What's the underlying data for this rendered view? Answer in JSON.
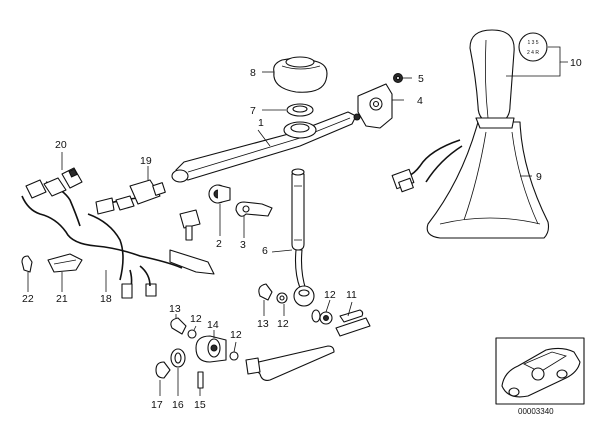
{
  "diagram": {
    "labels": {
      "p1": "1",
      "p2": "2",
      "p3": "3",
      "p4": "4",
      "p5": "5",
      "p6": "6",
      "p7": "7",
      "p8": "8",
      "p9": "9",
      "p10": "10",
      "p11": "11",
      "p12a": "12",
      "p12b": "12",
      "p12c": "12",
      "p12d": "12",
      "p13a": "13",
      "p13b": "13",
      "p14": "14",
      "p15": "15",
      "p16": "16",
      "p17": "17",
      "p18": "18",
      "p19": "19",
      "p20": "20",
      "p21": "21",
      "p22": "22"
    },
    "shift_pattern": {
      "r1": "1 3 5",
      "r2": "2 4 R"
    },
    "catalog_number": "00003340"
  }
}
